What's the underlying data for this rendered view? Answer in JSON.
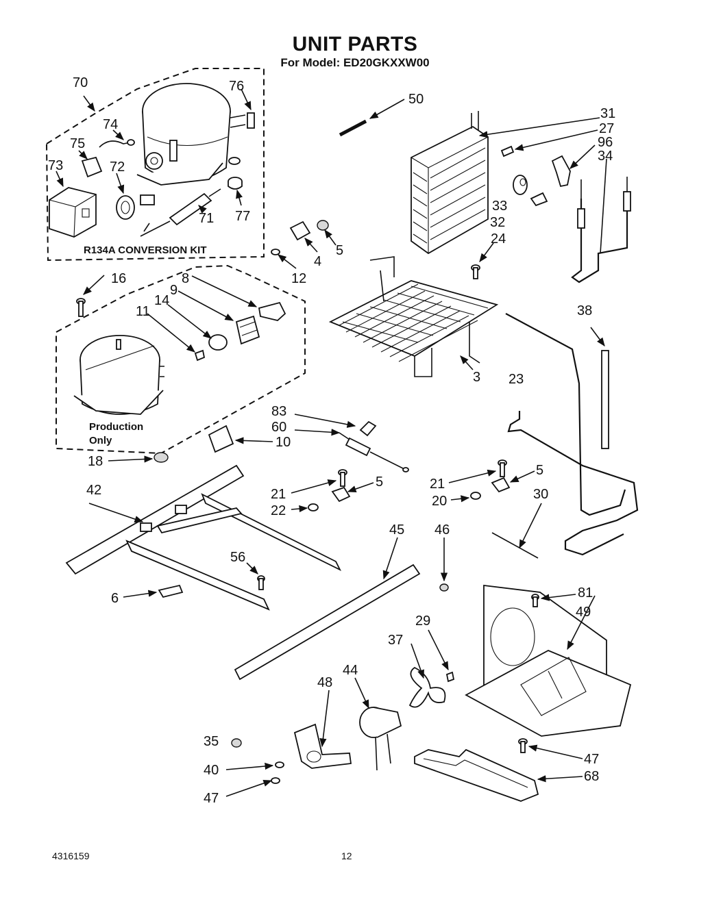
{
  "header": {
    "title": "UNIT PARTS",
    "subtitle": "For Model: ED20GKXXW00"
  },
  "notes": {
    "kit_label": "R134A CONVERSION KIT",
    "production_line1": "Production",
    "production_line2": "Only"
  },
  "callouts": [
    "70",
    "76",
    "74",
    "75",
    "73",
    "72",
    "71",
    "77",
    "50",
    "31",
    "27",
    "96",
    "34",
    "33",
    "32",
    "24",
    "4",
    "5",
    "12",
    "16",
    "8",
    "9",
    "14",
    "11",
    "18",
    "10",
    "83",
    "60",
    "3",
    "23",
    "38",
    "42",
    "21",
    "22",
    "5",
    "21",
    "5",
    "20",
    "30",
    "56",
    "45",
    "46",
    "6",
    "81",
    "49",
    "29",
    "37",
    "44",
    "48",
    "35",
    "40",
    "47",
    "47",
    "68"
  ],
  "footer": {
    "doc_number": "4316159",
    "page_number": "12"
  }
}
